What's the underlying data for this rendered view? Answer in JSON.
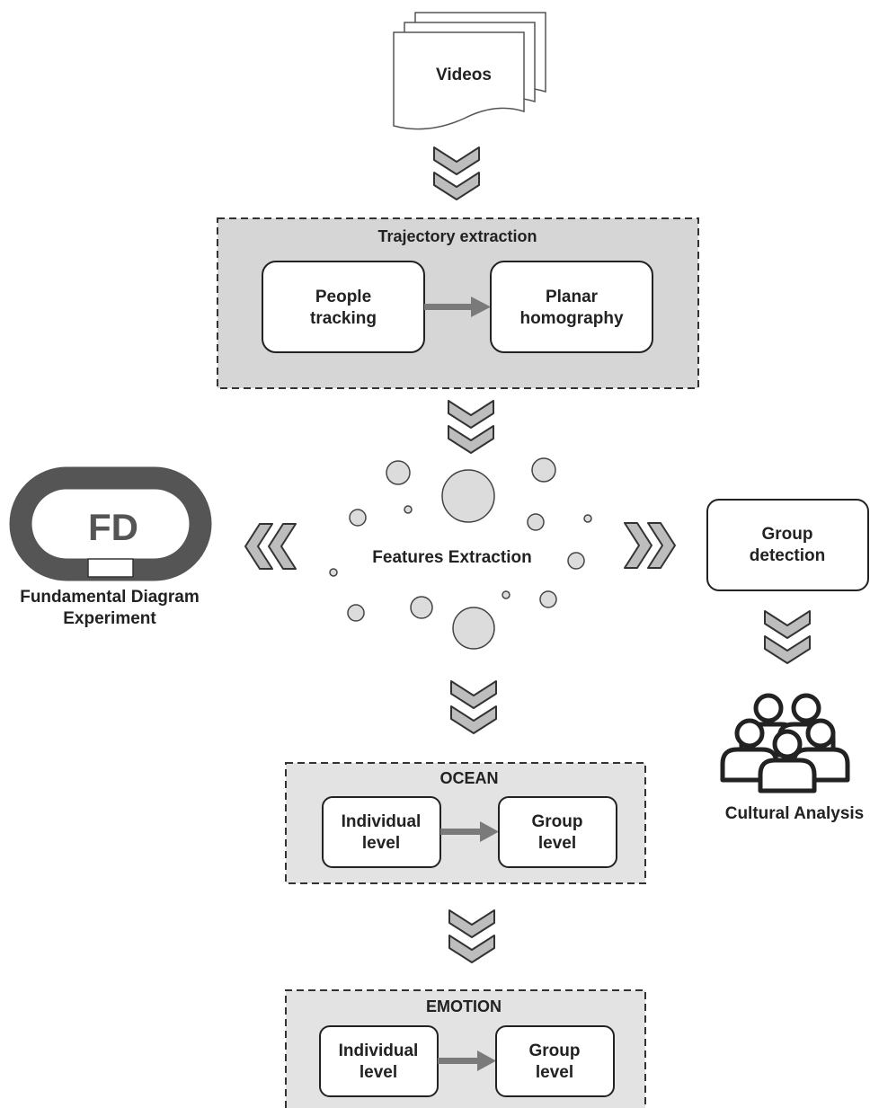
{
  "videos": {
    "label": "Videos"
  },
  "trajectory": {
    "title": "Trajectory extraction",
    "people_tracking": [
      "People",
      "tracking"
    ],
    "planar_homography": [
      "Planar",
      "homography"
    ]
  },
  "features": {
    "label": "Features Extraction"
  },
  "fd": {
    "logo": "FD",
    "caption": [
      "Fundamental Diagram",
      "Experiment"
    ]
  },
  "group_detection": {
    "label": [
      "Group",
      "detection"
    ]
  },
  "cultural": {
    "label": "Cultural Analysis"
  },
  "ocean": {
    "title": "OCEAN",
    "individual": [
      "Individual",
      "level"
    ],
    "group": [
      "Group",
      "level"
    ]
  },
  "emotion": {
    "title": "EMOTION",
    "individual": [
      "Individual",
      "level"
    ],
    "group": [
      "Group",
      "level"
    ]
  },
  "colors": {
    "box_fill": "#d6d6d6",
    "box_fill_light": "#e3e3e3",
    "chevron": "#bdbdbd",
    "arrow": "#7a7a7a",
    "circle": "#dcdcdc",
    "stroke": "#333333",
    "text": "#222222"
  }
}
